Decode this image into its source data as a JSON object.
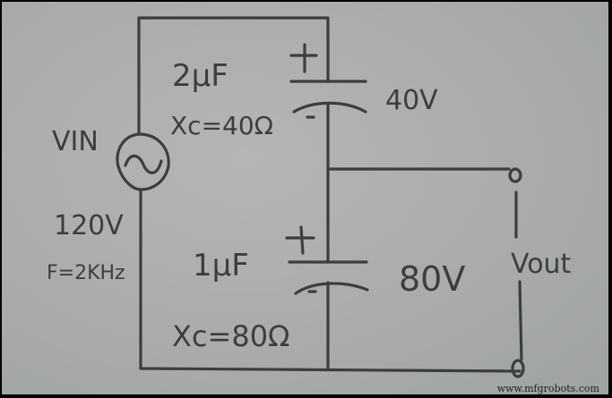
{
  "source": {
    "label": "VIN",
    "voltage": "120V",
    "frequency": "F=2KHz"
  },
  "capacitors": [
    {
      "capacitance": "2µF",
      "reactance": "Xc=40Ω",
      "voltage": "40V",
      "plus": "+",
      "minus": "-"
    },
    {
      "capacitance": "1µF",
      "reactance": "Xc=80Ω",
      "voltage": "80V",
      "plus": "+",
      "minus": "-"
    }
  ],
  "output": {
    "label": "Vout"
  },
  "watermark": "www.mfgrobots.com",
  "colors": {
    "ink": "#3b3e40",
    "paper": "#aeb0b0",
    "border": "#000000"
  }
}
